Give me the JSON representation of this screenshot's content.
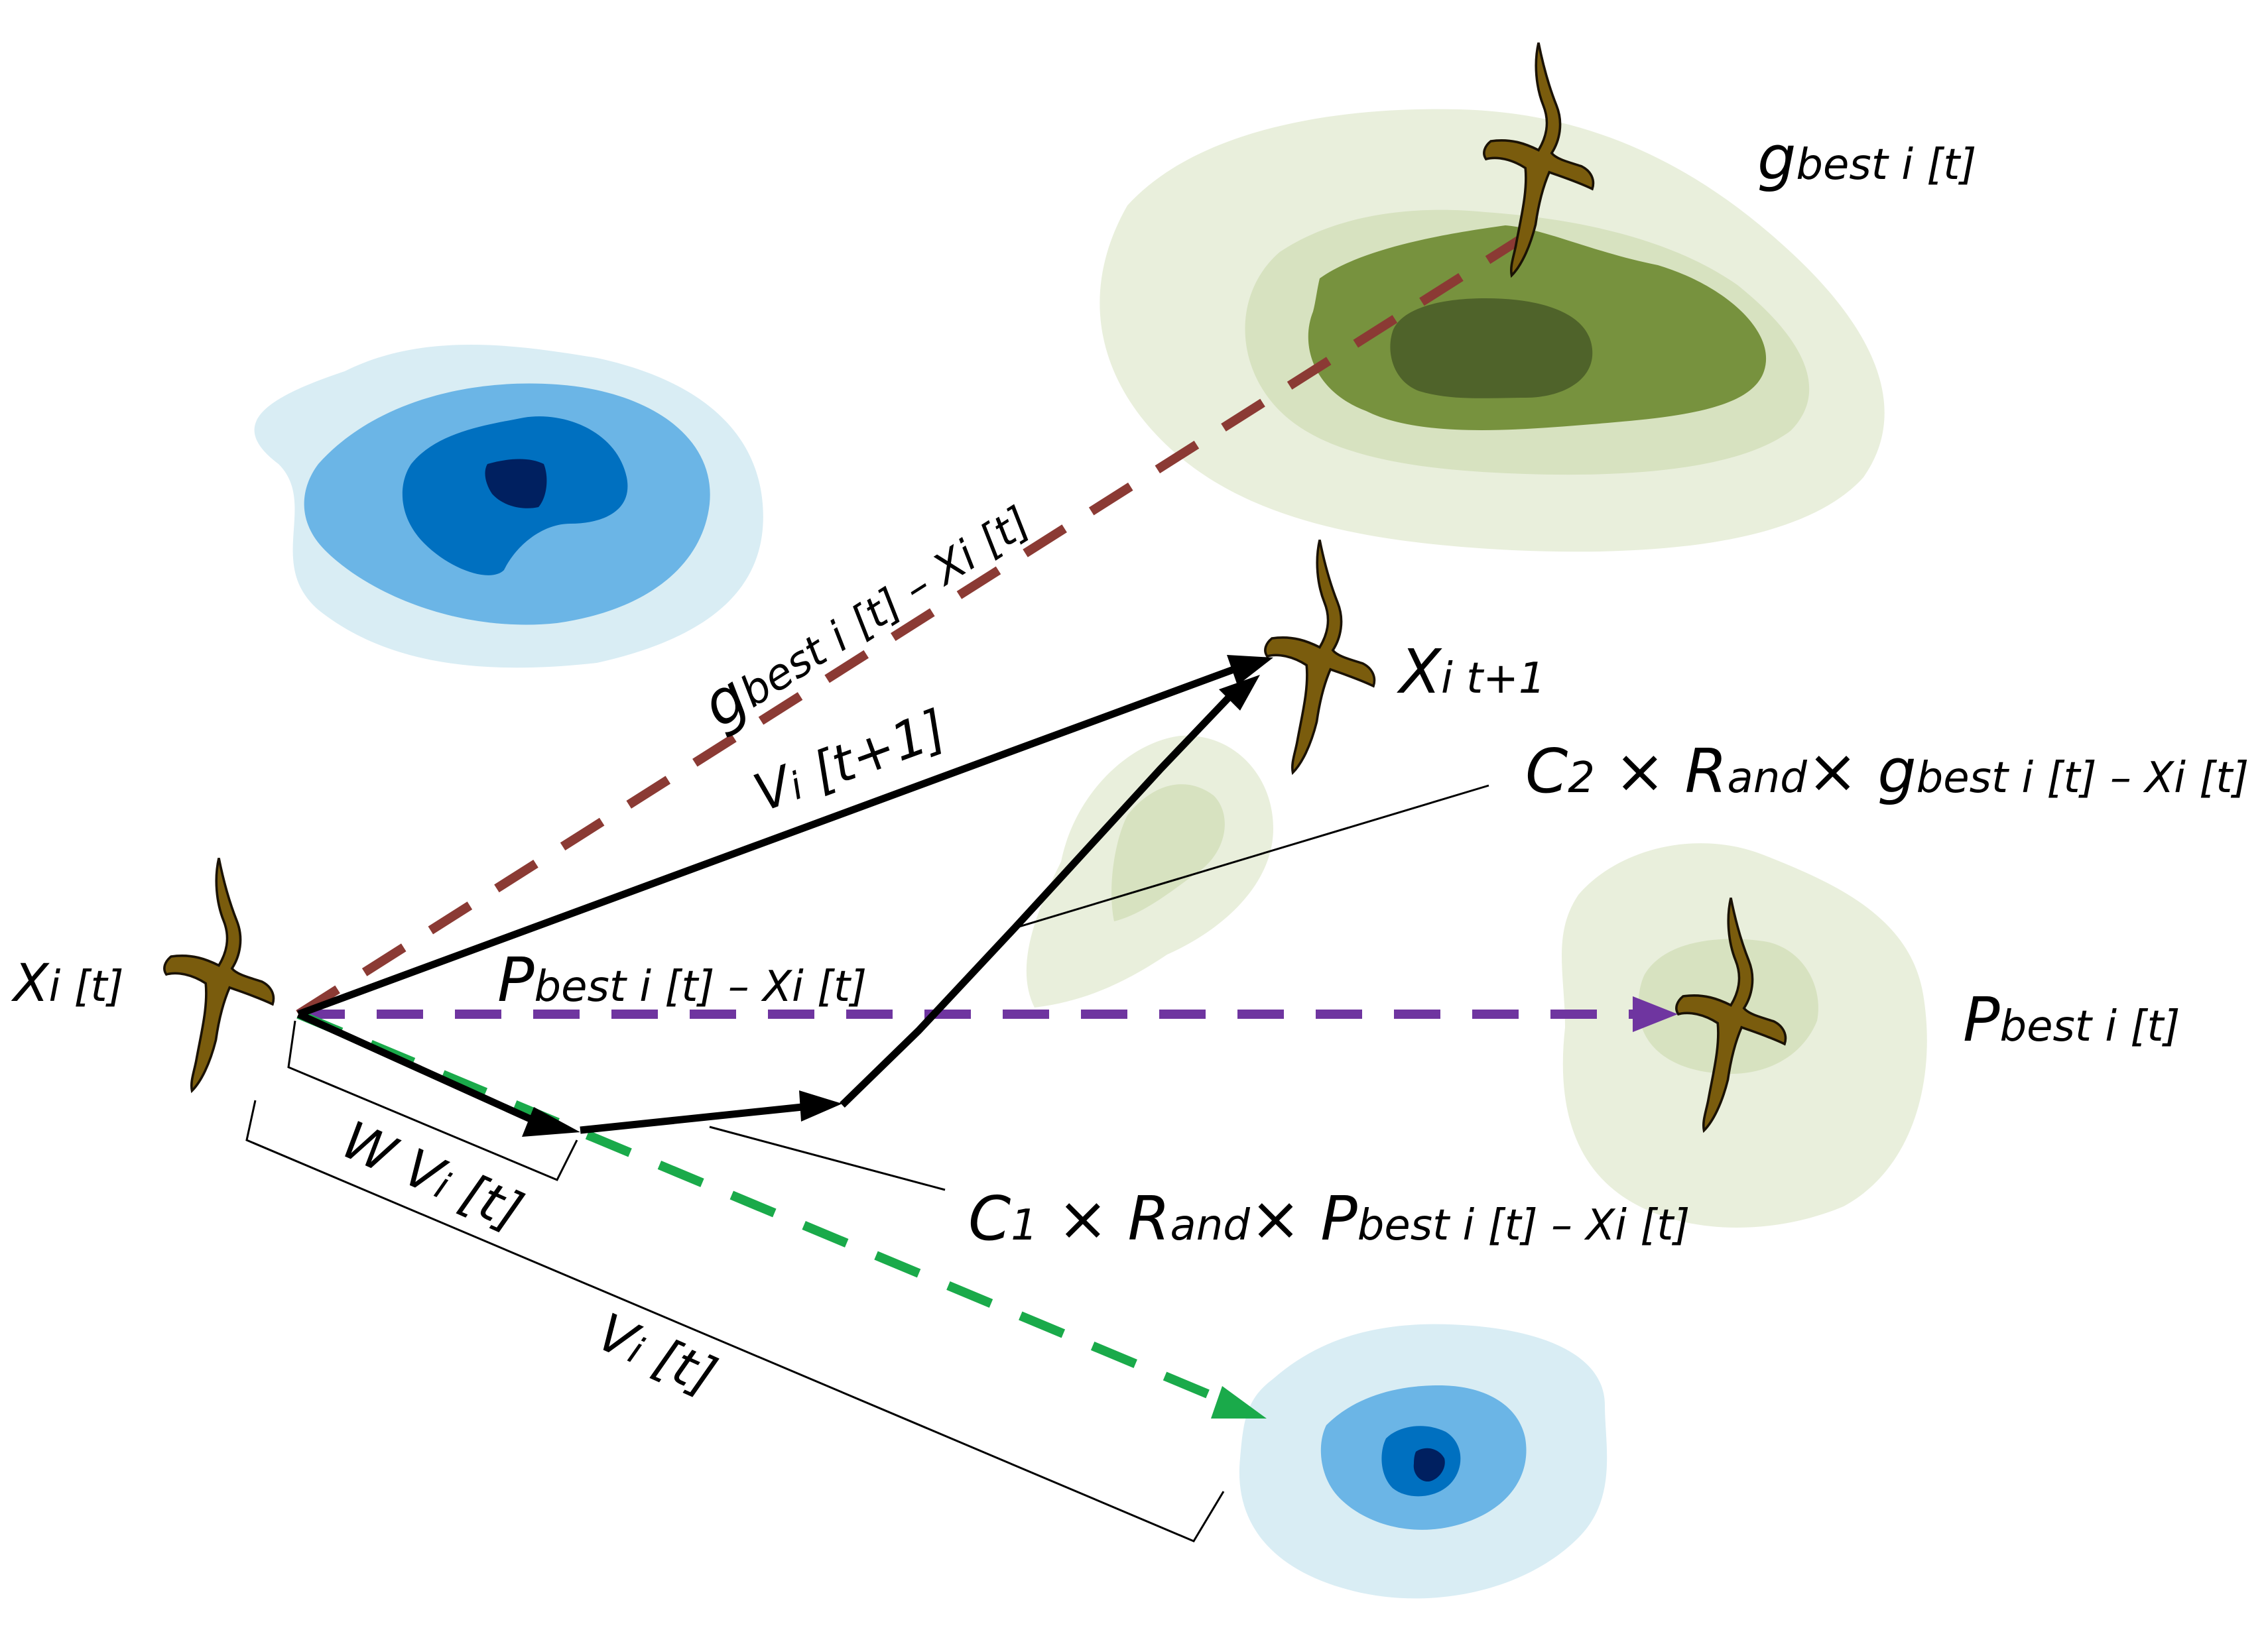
{
  "labels": {
    "xi_t": {
      "main": "X",
      "sub": "i [t]"
    },
    "xi_t1": {
      "main": "X",
      "sub": "i t+1"
    },
    "gbest": {
      "main": "g",
      "sub": "best i [t]"
    },
    "pbest": {
      "main": "P",
      "sub": "best i [t]"
    },
    "gbest_minus_xi": {
      "main": "g",
      "sub": "best i [t]",
      "rest": " – Xi [t]"
    },
    "pbest_minus_xi": {
      "main": "P",
      "sub": "best i [t]",
      "rest": "  –  Xi [t]"
    },
    "vi_t1": {
      "main": "V",
      "sub": "i",
      "rest": " [t+1]"
    },
    "w_vi": {
      "main": "W V",
      "sub": "i",
      "rest": " [t]"
    },
    "vi_t": {
      "main": "V",
      "sub": "i",
      "rest": " [t]"
    },
    "c2_term": {
      "c": "C",
      "c_sub": "2",
      "times1": " × ",
      "r": "R",
      "r_sub": "and",
      "times2": "× ",
      "g": "g",
      "g_sub": "best i [t] – Xi [t]"
    },
    "c1_term": {
      "c": "C",
      "c_sub": "1",
      "times1": " × ",
      "r": "R",
      "r_sub": "and",
      "times2": "× ",
      "p": "P",
      "p_sub": "best i [t] – Xi [t]"
    }
  },
  "colors": {
    "gbest_line": "#8b3a34",
    "pbest_line": "#6f35a0",
    "inertia_line": "#1aaa4a",
    "vector": "#000000",
    "bird": "#7a5c0d",
    "green_light": "#e9efdc",
    "green_mid": "#d7e2c0",
    "green_dark": "#77923e",
    "green_darkest": "#4f632a",
    "blue_light": "#d9edf4",
    "blue_mid": "#6bb5e6",
    "blue_dark": "#0070c0",
    "blue_darkest": "#002060"
  }
}
